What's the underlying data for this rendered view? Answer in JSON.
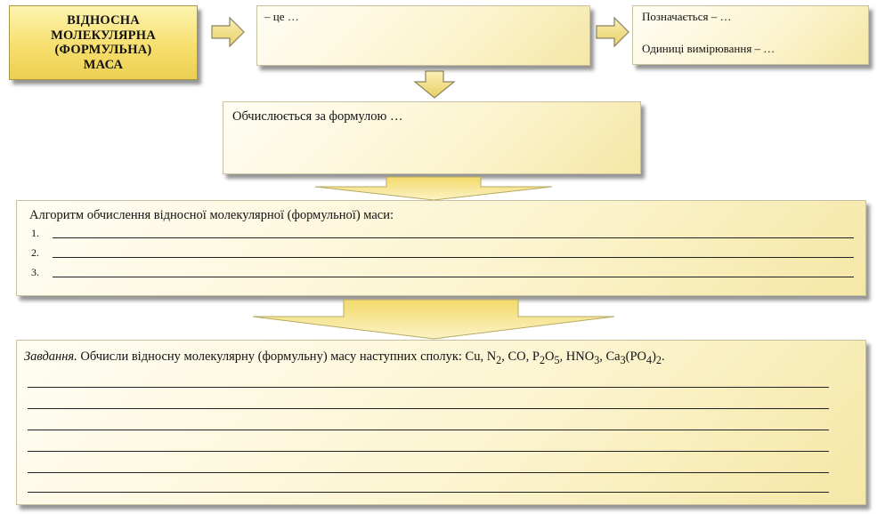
{
  "title_box": {
    "text": "ВІДНОСНА\nМОЛЕКУЛЯРНА\n(ФОРМУЛЬНА)\nМАСА"
  },
  "definition_box": {
    "text": "– це …"
  },
  "symbol_box": {
    "designation": "Позначається   – …",
    "units": "Одиниці вимірювання   – …"
  },
  "formula_box": {
    "text": "Обчислюється за формулою …"
  },
  "algorithm_box": {
    "heading": "Алгоритм обчислення відносної молекулярної (формульної) маси:",
    "steps": [
      "1.",
      "2.",
      "3."
    ]
  },
  "task_box": {
    "label": "Завдання.",
    "text": "Обчисли відносну молекулярну (формульну) масу наступних сполук: Cu, N",
    "compounds": {
      "n2_sub": "2",
      "co": ", CO, P",
      "p_sub": "2",
      "o": "O",
      "o_sub": "5",
      "hno": ", HNO",
      "hno_sub": "3",
      "ca": ", Ca",
      "ca_sub": "3",
      "po": "(PO",
      "po_sub": "4",
      "close": ")",
      "close_sub": "2",
      "end": "."
    },
    "answer_lines": 6
  },
  "colors": {
    "accent_yellow": "#f7df6e",
    "box_fill": "#fcf5d2",
    "arrow_fill": "#f4e08a"
  }
}
